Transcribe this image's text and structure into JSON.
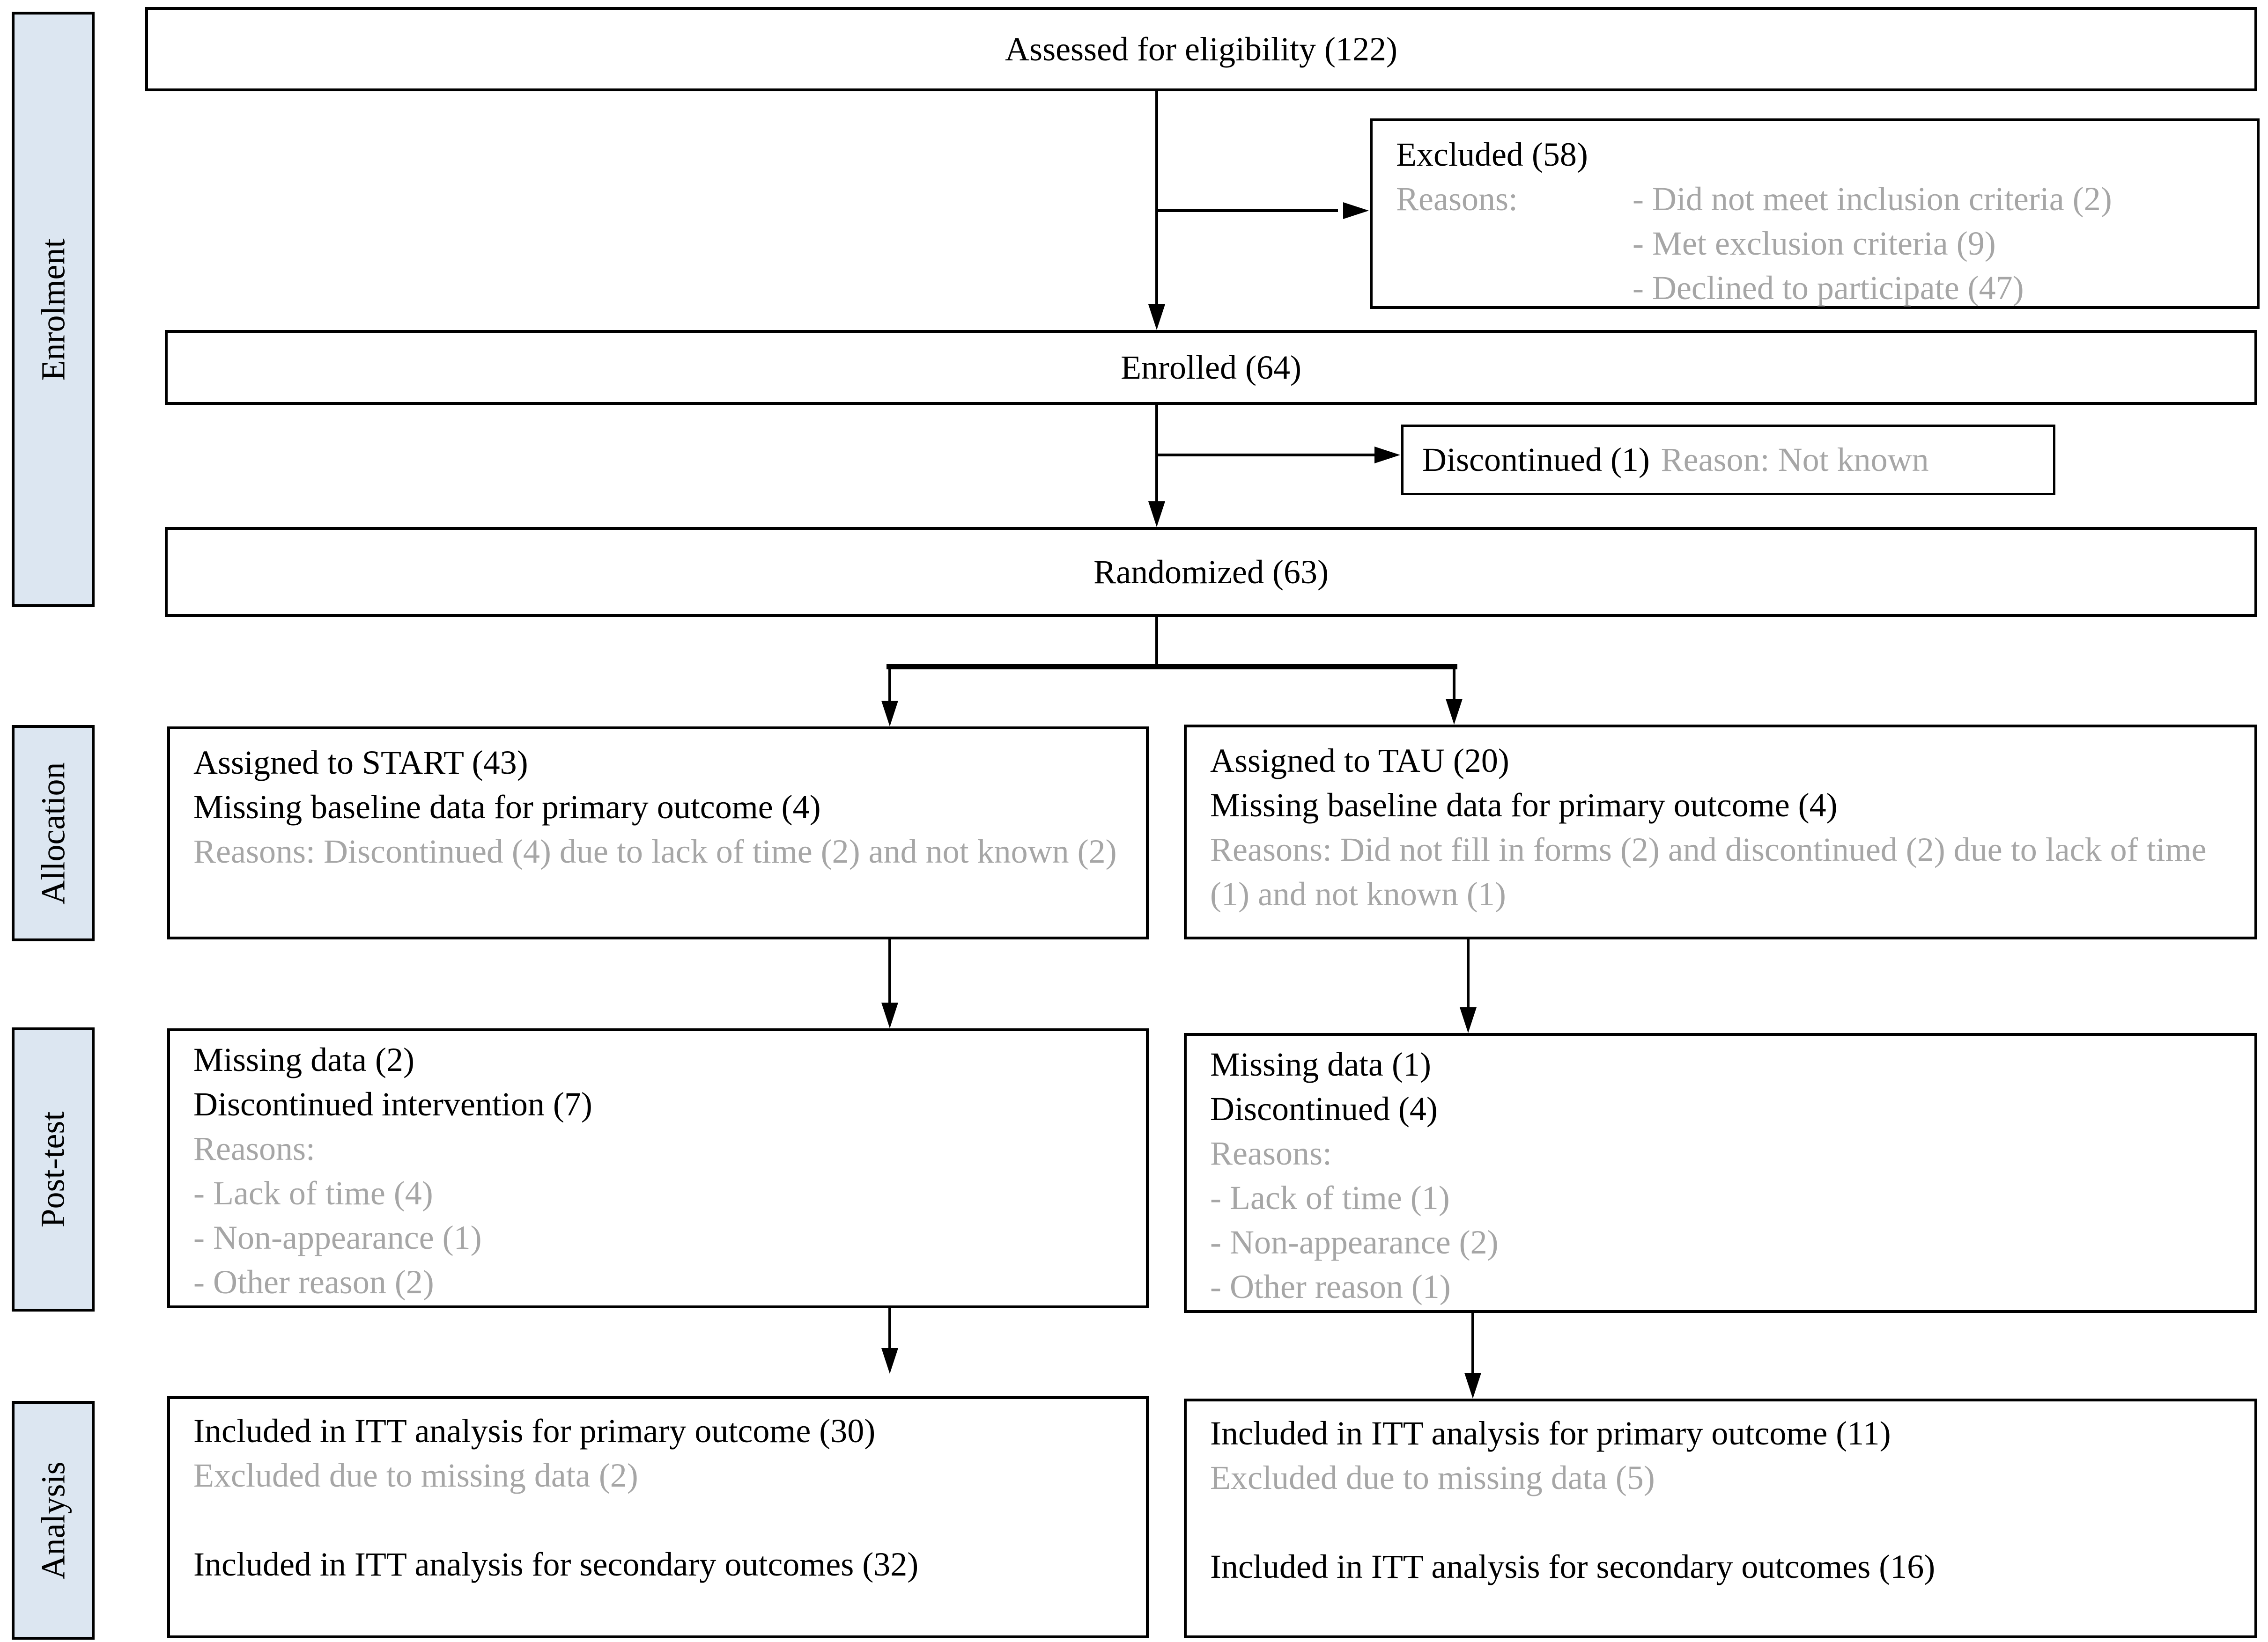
{
  "sidebar": {
    "items": [
      {
        "label": "Enrolment"
      },
      {
        "label": "Allocation"
      },
      {
        "label": "Post-test"
      },
      {
        "label": "Analysis"
      }
    ]
  },
  "boxes": {
    "assessed": {
      "text": "Assessed for eligibility (122)"
    },
    "excluded": {
      "title": "Excluded (58)",
      "reasons_label": "Reasons:",
      "reasons": [
        "- Did not meet inclusion criteria (2)",
        "- Met exclusion criteria (9)",
        "- Declined to participate (47)"
      ]
    },
    "enrolled": {
      "text": "Enrolled (64)"
    },
    "discontinued": {
      "text_black": "Discontinued (1)",
      "text_gray": "Reason: Not known"
    },
    "randomized": {
      "text": "Randomized (63)"
    },
    "alloc_left": {
      "line1": "Assigned to START (43)",
      "line2": "Missing baseline data for primary outcome (4)",
      "reasons": "Reasons: Discontinued (4) due to lack of time (2) and not known (2)"
    },
    "alloc_right": {
      "line1": "Assigned to TAU (20)",
      "line2": "Missing baseline data for primary outcome (4)",
      "reasons": "Reasons: Did not fill in forms (2) and discontinued (2) due to lack of time (1) and not known (1)"
    },
    "post_left": {
      "line1": "Missing data (2)",
      "line2": "Discontinued intervention (7)",
      "reasons_label": "Reasons:",
      "reasons": [
        "- Lack of time (4)",
        "- Non-appearance (1)",
        "- Other reason (2)"
      ]
    },
    "post_right": {
      "line1": "Missing data (1)",
      "line2": "Discontinued (4)",
      "reasons_label": "Reasons:",
      "reasons": [
        "- Lack of time (1)",
        "- Non-appearance (2)",
        "- Other reason (1)"
      ]
    },
    "analysis_left": {
      "line1": "Included in ITT analysis for primary outcome (30)",
      "line2": "Excluded due to missing data (2)",
      "line3": "Included in ITT analysis for secondary outcomes (32)"
    },
    "analysis_right": {
      "line1": "Included in ITT analysis for primary outcome (11)",
      "line2": "Excluded due to missing data (5)",
      "line3": "Included in ITT analysis for secondary outcomes (16)"
    }
  },
  "colors": {
    "gray_text": "#a6a6a6",
    "stage_fill": "#dce6f1",
    "line": "#000000"
  }
}
